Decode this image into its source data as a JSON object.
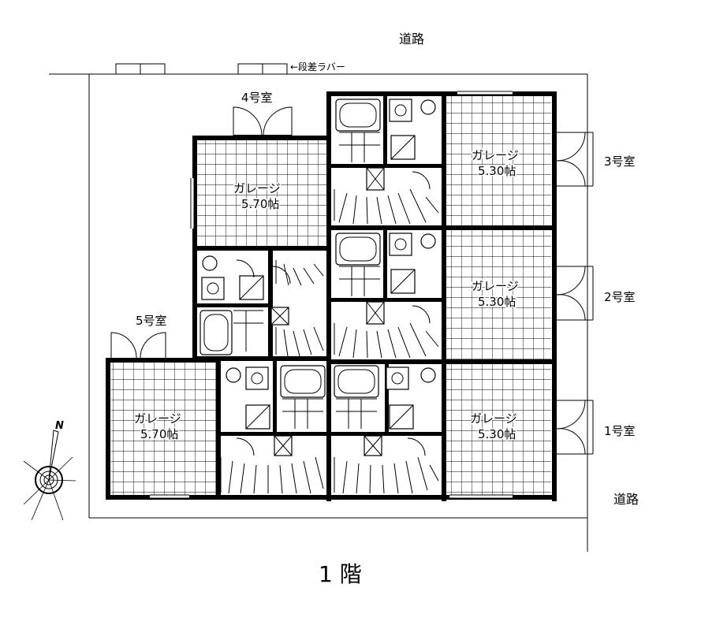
{
  "floor_label": "1 階",
  "roads": {
    "top": "道路",
    "right": "道路"
  },
  "step_rubber_label": "←段差ラバー",
  "north_label": "N",
  "units": [
    {
      "room": "1号室",
      "garage_label": "ガレージ",
      "garage_area": "5.30帖"
    },
    {
      "room": "2号室",
      "garage_label": "ガレージ",
      "garage_area": "5.30帖"
    },
    {
      "room": "3号室",
      "garage_label": "ガレージ",
      "garage_area": "5.30帖"
    },
    {
      "room": "4号室",
      "garage_label": "ガレージ",
      "garage_area": "5.70帖"
    },
    {
      "room": "5号室",
      "garage_label": "ガレージ",
      "garage_area": "5.70帖"
    }
  ],
  "colors": {
    "line": "#000000",
    "background": "#ffffff"
  }
}
